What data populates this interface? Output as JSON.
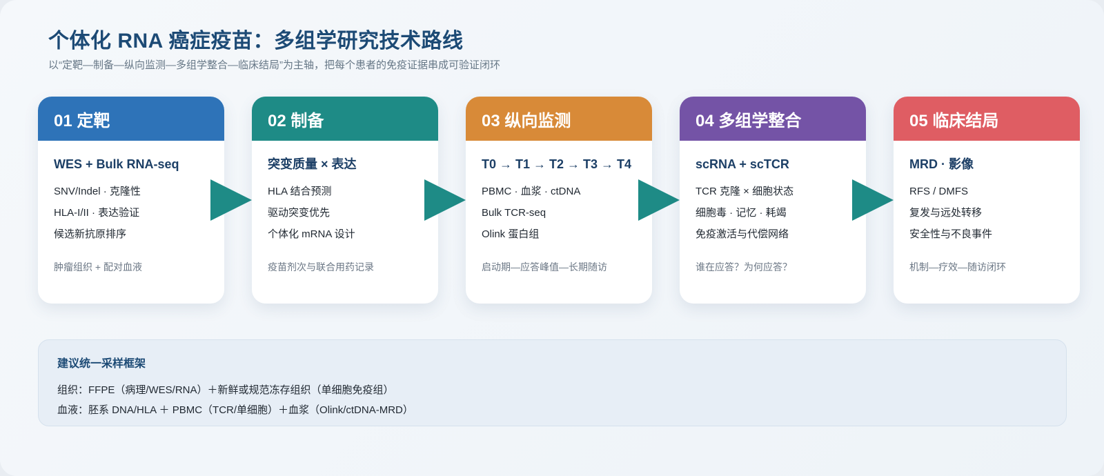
{
  "header": {
    "title": "个体化 RNA 癌症疫苗：多组学研究技术路线",
    "subtitle": "以“定靶—制备—纵向监测—多组学整合—临床结局”为主轴，把每个患者的免疫证据串成可验证闭环"
  },
  "colors": {
    "step1": "#2e73b8",
    "step2": "#1e8b86",
    "step3": "#d88a38",
    "step4": "#7453a6",
    "step5": "#df5d63",
    "arrow": "#1e8b86"
  },
  "steps": [
    {
      "label": "01 定靶",
      "title": "WES + Bulk RNA-seq",
      "items": [
        "SNV/Indel · 克隆性",
        "HLA-I/II · 表达验证",
        "候选新抗原排序"
      ],
      "note": "肿瘤组织 + 配对血液"
    },
    {
      "label": "02 制备",
      "title": "突变质量 × 表达",
      "items": [
        "HLA 结合预测",
        "驱动突变优先",
        "个体化 mRNA 设计"
      ],
      "note": "疫苗剂次与联合用药记录"
    },
    {
      "label": "03 纵向监测",
      "title": "T0 → T1 → T2 → T3 → T4",
      "items": [
        "PBMC · 血浆 · ctDNA",
        "Bulk TCR-seq",
        "Olink 蛋白组"
      ],
      "note": "启动期—应答峰值—长期随访"
    },
    {
      "label": "04 多组学整合",
      "title": "scRNA + scTCR",
      "items": [
        "TCR 克隆 × 细胞状态",
        "细胞毒 · 记忆 · 耗竭",
        "免疫激活与代偿网络"
      ],
      "note": "谁在应答？为何应答？"
    },
    {
      "label": "05 临床结局",
      "title": "MRD · 影像",
      "items": [
        "RFS / DMFS",
        "复发与远处转移",
        "安全性与不良事件"
      ],
      "note": "机制—疗效—随访闭环"
    }
  ],
  "framework": {
    "title": "建议统一采样框架",
    "lines": [
      "组织：FFPE（病理/WES/RNA）＋新鲜或规范冻存组织（单细胞免疫组）",
      "血液：胚系 DNA/HLA ＋ PBMC（TCR/单细胞）＋血浆（Olink/ctDNA-MRD）"
    ]
  }
}
